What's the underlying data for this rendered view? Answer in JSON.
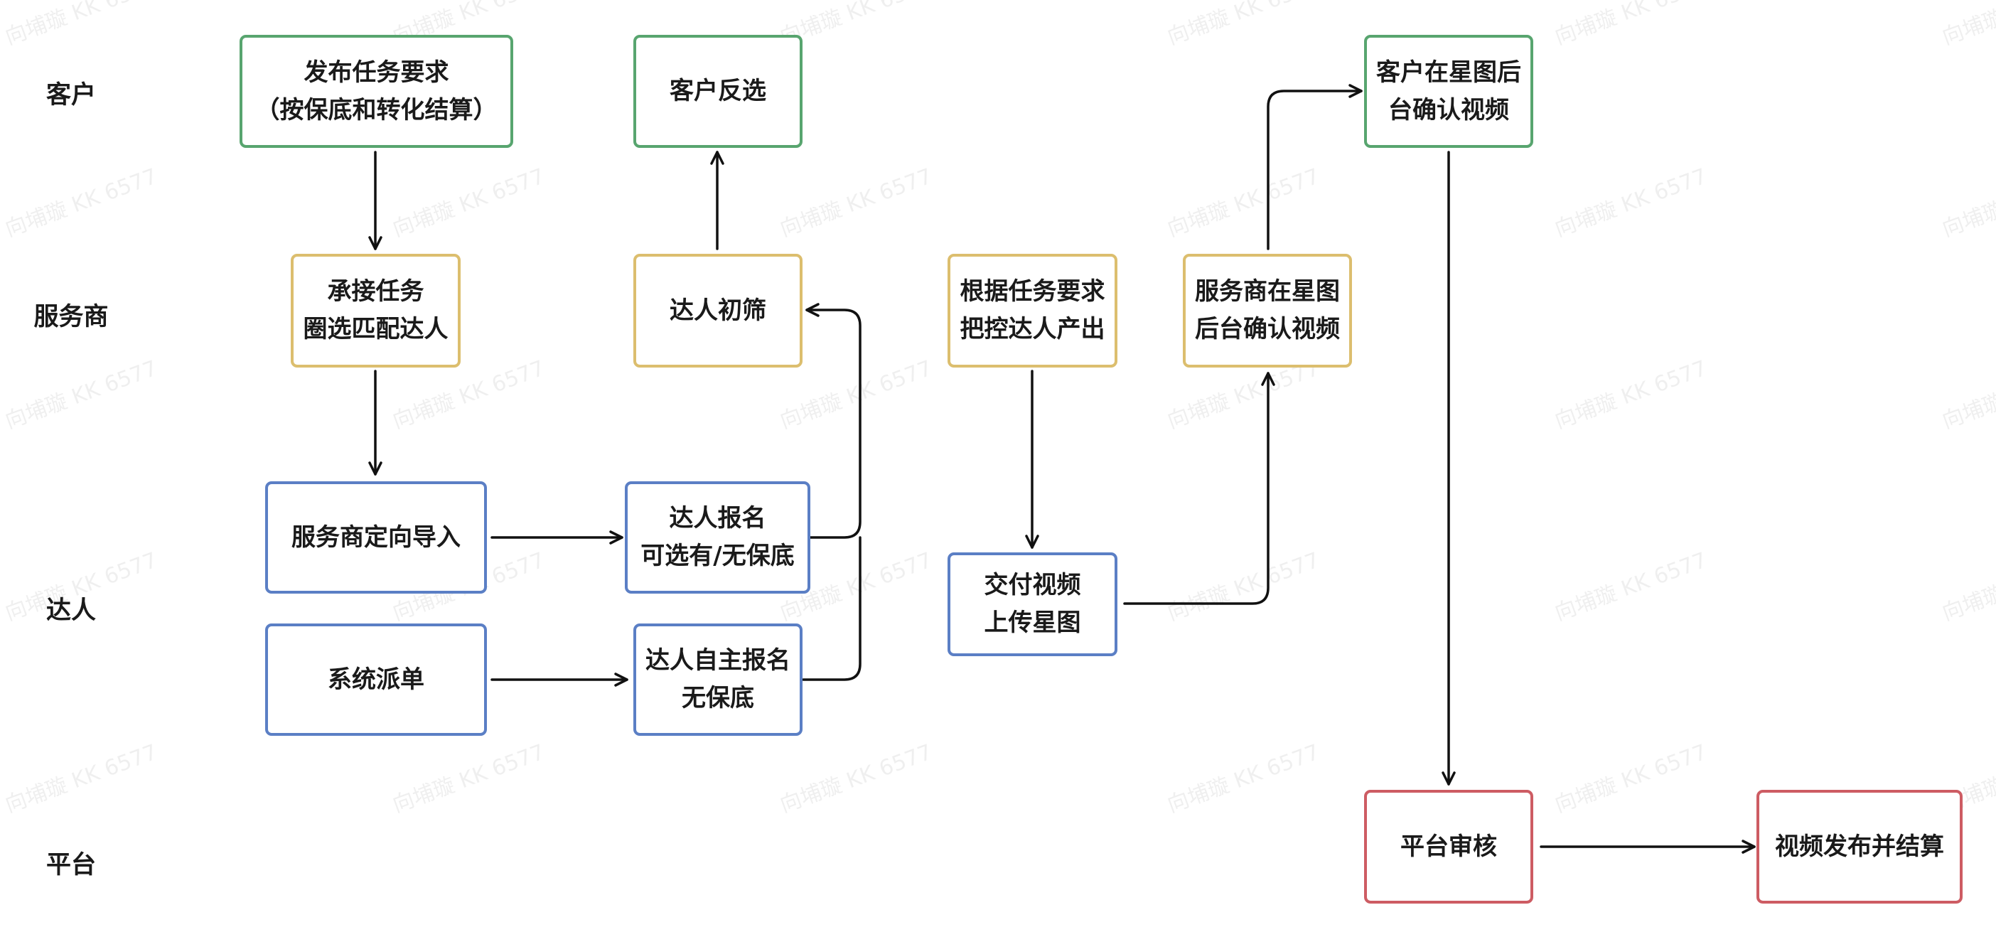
{
  "watermark": "向埔璇 KK 6577",
  "lanes": {
    "customer": "客户",
    "provider": "服务商",
    "talent": "达人",
    "platform": "平台"
  },
  "nodes": {
    "publish": {
      "text": "发布任务要求\n（按保底和转化结算）",
      "color": "#58a56f"
    },
    "reverse_select": {
      "text": "客户反选",
      "color": "#58a56f"
    },
    "customer_confirm": {
      "text": "客户在星图后\n台确认视频",
      "color": "#58a56f"
    },
    "accept_task": {
      "text": "承接任务\n圈选匹配达人",
      "color": "#dcbe6e"
    },
    "initial_screen": {
      "text": "达人初筛",
      "color": "#dcbe6e"
    },
    "control_output": {
      "text": "根据任务要求\n把控达人产出",
      "color": "#dcbe6e"
    },
    "provider_confirm": {
      "text": "服务商在星图\n后台确认视频",
      "color": "#dcbe6e"
    },
    "directed_import": {
      "text": "服务商定向导入",
      "color": "#5b7fc5"
    },
    "signup_optional": {
      "text": "达人报名\n可选有/无保底",
      "color": "#5b7fc5"
    },
    "system_dispatch": {
      "text": "系统派单",
      "color": "#5b7fc5"
    },
    "self_signup": {
      "text": "达人自主报名\n无保底",
      "color": "#5b7fc5"
    },
    "deliver_video": {
      "text": "交付视频\n上传星图",
      "color": "#5b7fc5"
    },
    "platform_review": {
      "text": "平台审核",
      "color": "#cd5c63"
    },
    "publish_settle": {
      "text": "视频发布并结算",
      "color": "#cd5c63"
    }
  }
}
